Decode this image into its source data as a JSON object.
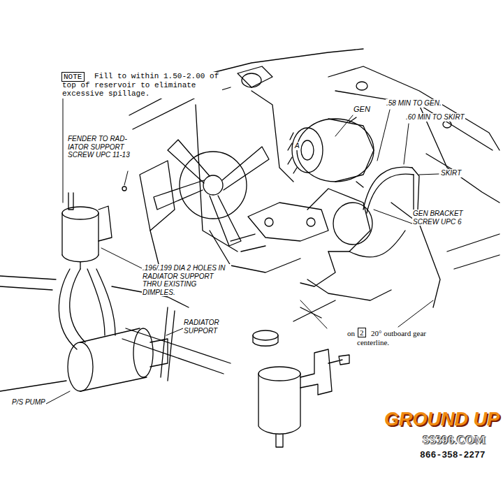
{
  "diagram": {
    "nodes": [
      {
        "text": [
          "NOTE"
        ]
      },
      {
        "text": [
          "2"
        ]
      }
    ],
    "labels": [
      "Fill to within 1.50-2.00 of top of reservoir to eliminate excessive spillage.",
      "FENDER TO RAD- IATOR SUPPORT SCREW UPC 11-13",
      "GEN",
      ".58 MIN TO GEN.",
      ".60 MIN TO SKIRT",
      "A",
      "SKIRT",
      "GEN BRACKET SCREW UPC 6",
      ".196/.199 DIA 2 HOLES IN RADIATOR SUPPORT THRU EXISTING DIMPLES.",
      "RADIATOR SUPPORT",
      "on",
      "20° outboard gear centerline.",
      "P/S PUMP",
      "GROUND UP",
      "SS396.COM",
      "866-358-2277"
    ]
  }
}
